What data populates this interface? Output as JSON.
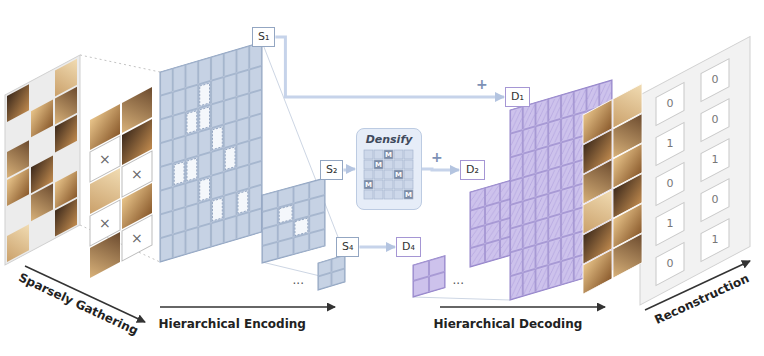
{
  "diagram": {
    "nodes": [
      {
        "text": [
          "S₁"
        ]
      },
      {
        "text": [
          "S₂"
        ]
      },
      {
        "text": [
          "S₄"
        ]
      },
      {
        "text": [
          "Densify"
        ]
      },
      {
        "text": [
          "D₄"
        ]
      },
      {
        "text": [
          "D₂"
        ]
      },
      {
        "text": [
          "D₁"
        ]
      }
    ],
    "edges": [
      {
        "from": 0,
        "to": 6,
        "arrow": "to",
        "label": "+"
      },
      {
        "from": 1,
        "to": 3,
        "arrow": "to"
      },
      {
        "from": 3,
        "to": 5,
        "arrow": "to",
        "label": "+"
      },
      {
        "from": 2,
        "to": 4,
        "arrow": "to"
      }
    ],
    "labels": [
      "Sparsely Gathering",
      "Hierarchical Encoding",
      "Hierarchical Decoding",
      "Reconstruction",
      "...",
      "...",
      "M",
      "M",
      "M",
      "M",
      "M",
      "×",
      "×",
      "×",
      "×",
      "0",
      "0",
      "1",
      "0",
      "0",
      "1",
      "1",
      "0",
      "0",
      "1"
    ]
  }
}
